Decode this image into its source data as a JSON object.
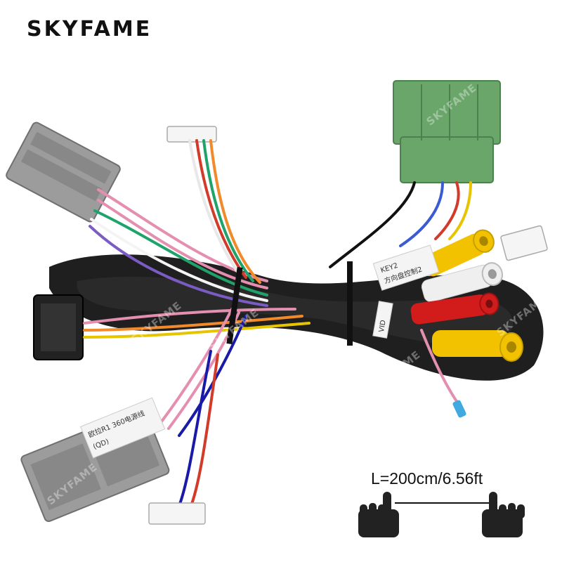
{
  "brand": {
    "name": "SKYFAME"
  },
  "product": {
    "length_label": "L=200cm/6.56ft",
    "tag_key": "KEY2",
    "tag_key_sub": "方向盘控制2",
    "tag_power": "欧拉R1 360电源线",
    "tag_power_sub": "(QD)",
    "tag_video": "VID"
  },
  "watermark": {
    "text": "SKYFAME"
  },
  "colors": {
    "harness_sleeve": "#1f1f1f",
    "grey_connector": "#9c9c9c",
    "green_connector": "#6aa56a",
    "rca_yellow": "#f2c200",
    "rca_red": "#d21b1b",
    "rca_white": "#efefef"
  },
  "icons": [
    "left-hand-pointing-icon",
    "right-hand-pointing-icon"
  ]
}
